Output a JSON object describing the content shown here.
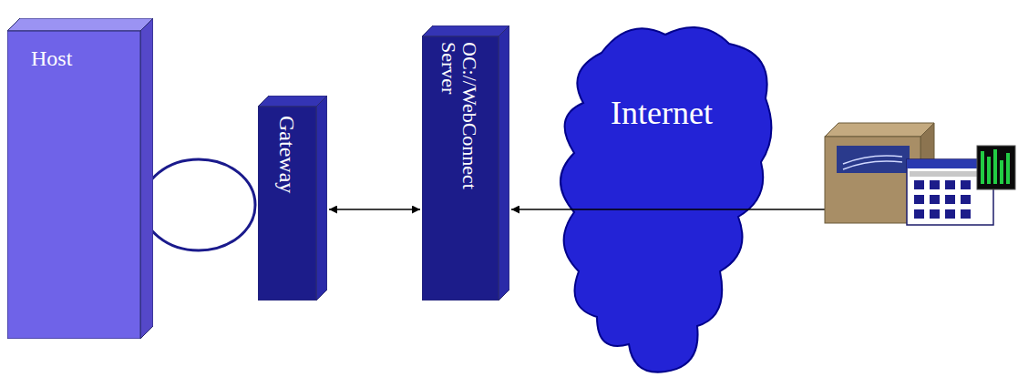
{
  "diagram": {
    "nodes": [
      {
        "text": [
          "Host"
        ]
      },
      {
        "text": [
          "Gateway"
        ]
      },
      {
        "text": [
          "OC://WebConnect Server"
        ]
      },
      {
        "text": [
          "Internet"
        ]
      }
    ],
    "edges": [
      {
        "from": 1,
        "to": 2,
        "arrow": "both"
      }
    ]
  }
}
